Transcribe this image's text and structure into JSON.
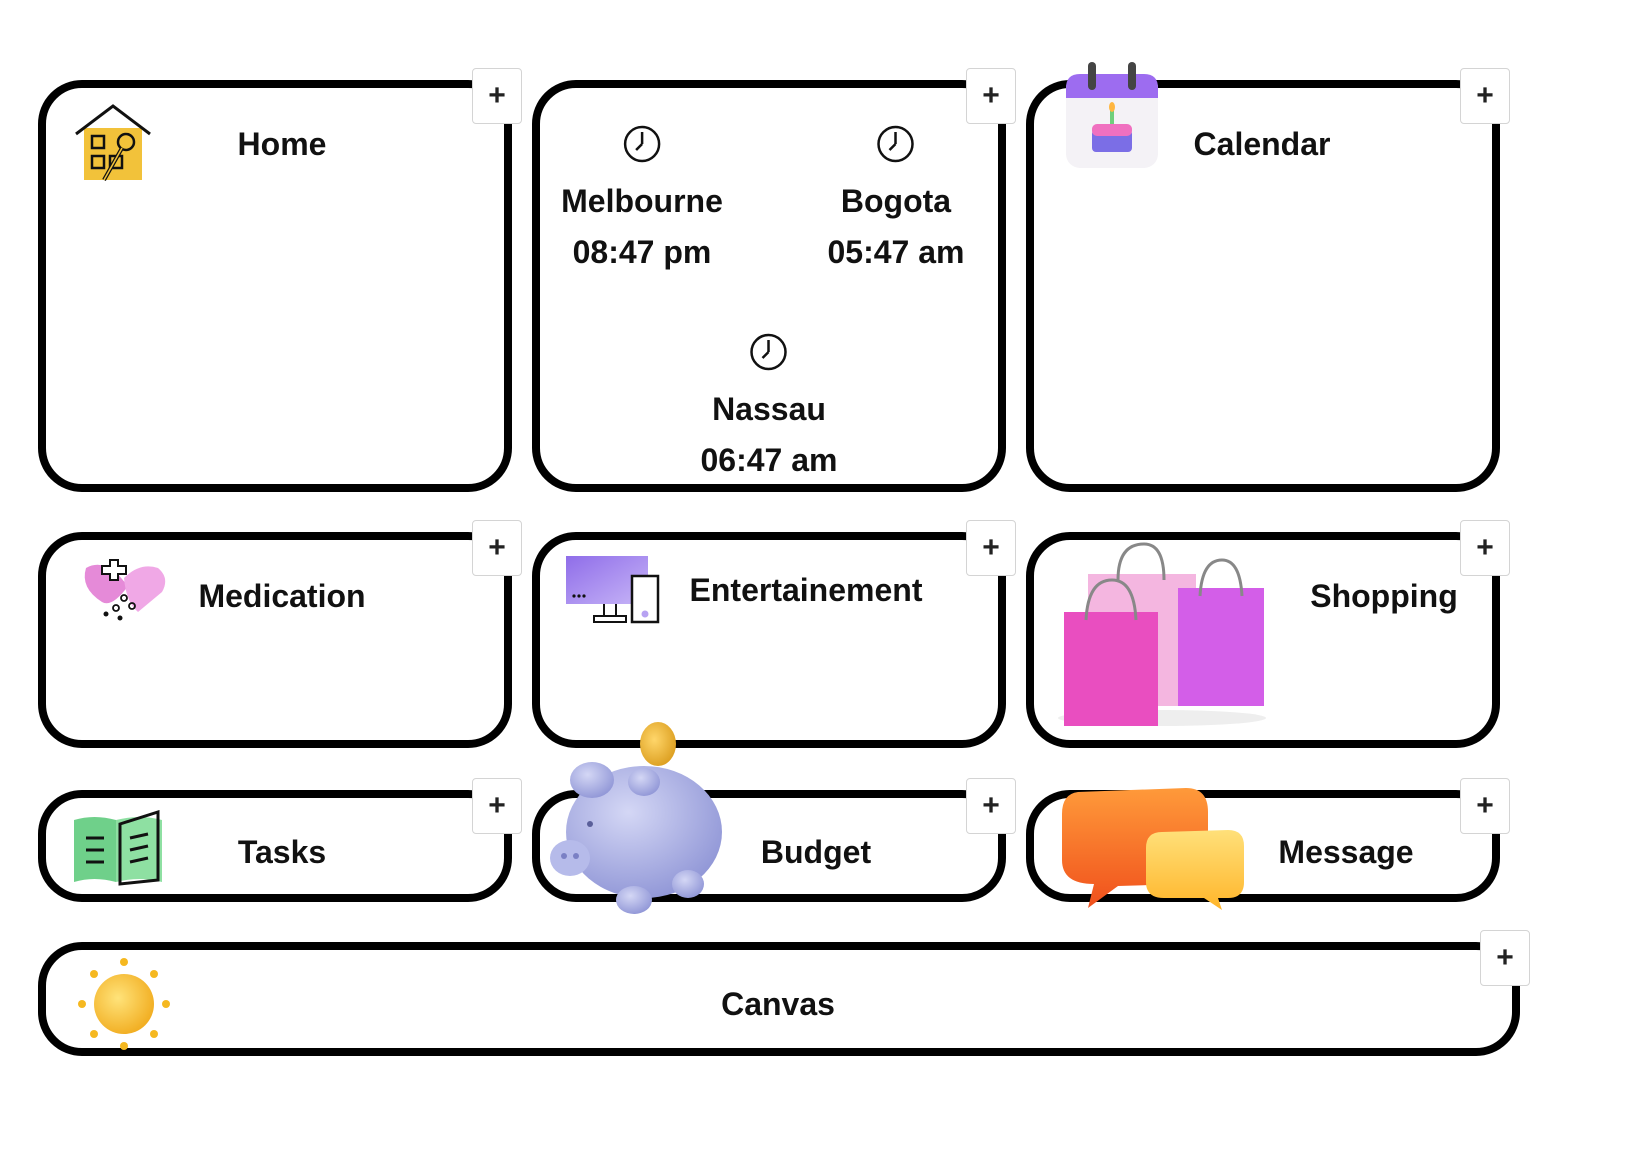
{
  "add_button_label": "+",
  "cards": {
    "home": {
      "title": "Home",
      "icon": "home-tools-icon"
    },
    "clocks": {
      "icon": "clock-icon",
      "cities": [
        {
          "city": "Melbourne",
          "time": "08:47 pm"
        },
        {
          "city": "Bogota",
          "time": "05:47 am"
        },
        {
          "city": "Nassau",
          "time": "06:47 am"
        }
      ]
    },
    "calendar": {
      "title": "Calendar",
      "icon": "birthday-calendar-icon"
    },
    "medication": {
      "title": "Medication",
      "icon": "pills-icon"
    },
    "entertainment": {
      "title": "Entertainement",
      "icon": "monitor-phone-icon"
    },
    "shopping": {
      "title": "Shopping",
      "icon": "shopping-bags-icon"
    },
    "tasks": {
      "title": "Tasks",
      "icon": "open-book-icon"
    },
    "budget": {
      "title": "Budget",
      "icon": "piggy-bank-icon"
    },
    "message": {
      "title": "Message",
      "icon": "chat-bubbles-icon"
    },
    "canvas": {
      "title": "Canvas",
      "icon": "sun-icon"
    }
  },
  "colors": {
    "border": "#000000",
    "home_icon_bg": "#f2c23a",
    "calendar_accent": "#9d6cf0",
    "medication_pink": "#e58ad8",
    "entertainment_purple": "#a07ff0",
    "shopping_pink": "#e94ec0",
    "shopping_violet": "#d35ee8",
    "tasks_green": "#6fd08a",
    "piggy_lavender": "#aeb3e6",
    "message_orange": "#f36d24",
    "message_yellow": "#ffc83a",
    "sun_yellow": "#f5b820"
  }
}
